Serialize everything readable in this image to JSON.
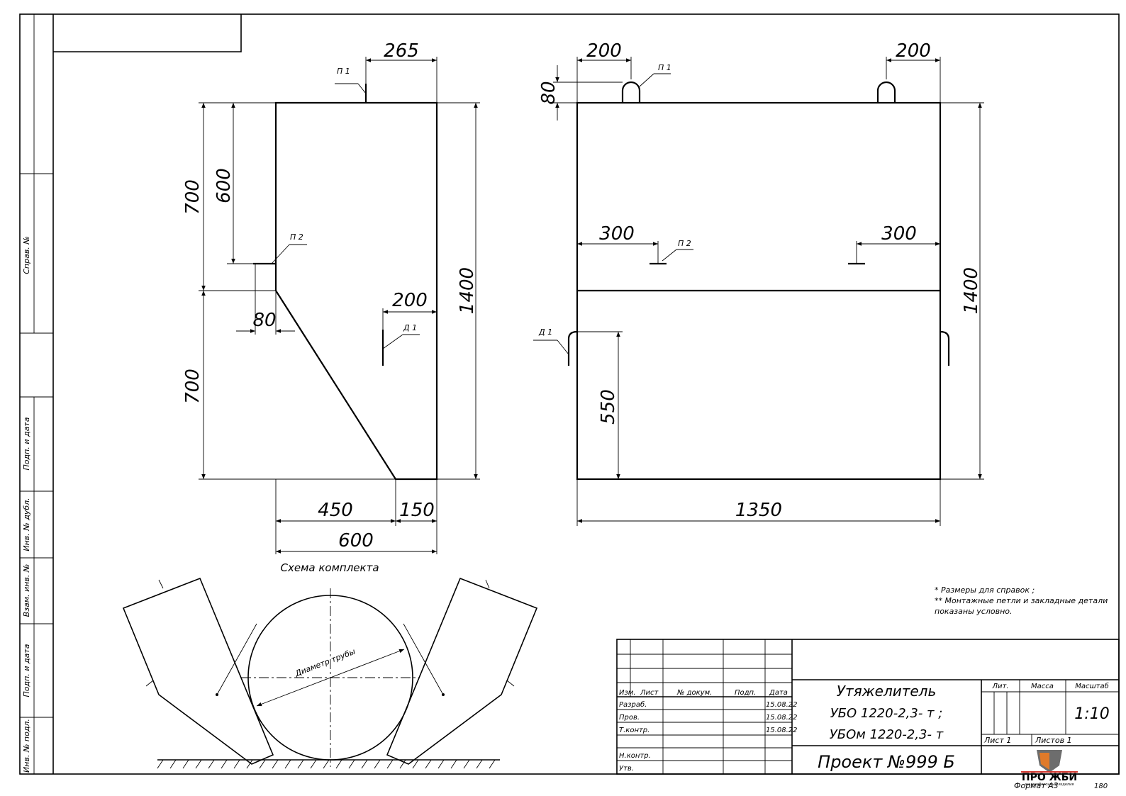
{
  "side_stamps": [
    "Справ. №",
    "Подп. и дата",
    "Инв. № дубл.",
    "Взам. инв. №",
    "Подп. и дата",
    "Инв. № подл."
  ],
  "side_view": {
    "top_width": "265",
    "height_total": "1400",
    "upper_half": "700",
    "lower_half": "700",
    "loop_depth": "600",
    "loop_offset": "80",
    "embed_offset": "200",
    "bottom_slope": "450",
    "bottom_flat": "150",
    "bottom_total": "600",
    "mark_p1": "П 1",
    "mark_p2": "П 2",
    "mark_d1": "Д 1"
  },
  "front_view": {
    "loop_left": "200",
    "loop_right": "200",
    "loop_height": "80",
    "p2_left": "300",
    "p2_right": "300",
    "height_total": "1400",
    "d1_height": "550",
    "width_total": "1350",
    "mark_p1": "П 1",
    "mark_p2": "П 2",
    "mark_d1": "Д 1"
  },
  "scheme": {
    "title": "Схема комплекта",
    "diameter_label": "Диаметр трубы"
  },
  "notes": [
    "* Размеры для справок ;",
    "** Монтажные петли и закладные детали",
    "показаны условно."
  ],
  "title_block": {
    "headers": [
      "Изм.",
      "Лист",
      "№ докум.",
      "Подп.",
      "Дата"
    ],
    "rows": [
      {
        "role": "Разраб.",
        "date": "15.08.22"
      },
      {
        "role": "Пров.",
        "date": "15.08.22"
      },
      {
        "role": "Т.контр.",
        "date": "15.08.22"
      },
      {
        "role": "",
        "date": ""
      },
      {
        "role": "Н.контр.",
        "date": ""
      },
      {
        "role": "Утв.",
        "date": ""
      }
    ],
    "name_line1": "Утяжелитель",
    "name_line2": "УБО 1220-2,3- т ;",
    "name_line3": "УБОм 1220-2,3- т",
    "project": "Проект №999 Б",
    "lit_label": "Лит.",
    "mass_label": "Масса",
    "scale_label": "Масштаб",
    "scale_value": "1:10",
    "sheet_label": "Лист 1",
    "sheets_label": "Листов 1",
    "logo_text": "ПРО ЖБИ",
    "logo_sub": "железобетонные изделия",
    "colors": {
      "logo_orange": "#e07a2a",
      "logo_gray": "#6d6d6d",
      "logo_red": "#d0342c"
    }
  },
  "format_label": "Формат А3",
  "page_code": "180"
}
